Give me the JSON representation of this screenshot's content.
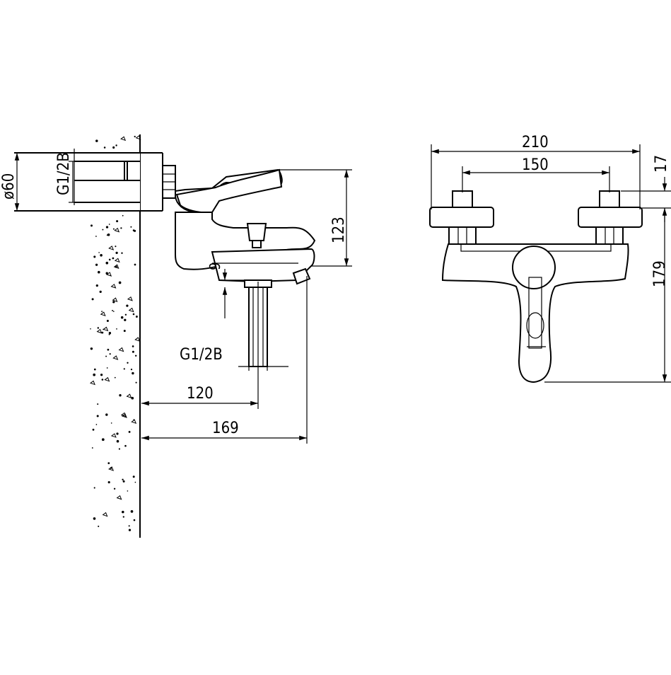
{
  "drawing": {
    "side_view": {
      "inlet_thread_label": "G1/2B",
      "diameter_label": "ø60",
      "height_label": "123",
      "offset_label": "9",
      "outlet_thread_label": "G1/2B",
      "spout_reach_label": "120",
      "total_reach_label": "169"
    },
    "front_view": {
      "overall_width_label": "210",
      "centre_distance_label": "150",
      "top_offset_label": "17",
      "overall_height_label": "179"
    }
  }
}
